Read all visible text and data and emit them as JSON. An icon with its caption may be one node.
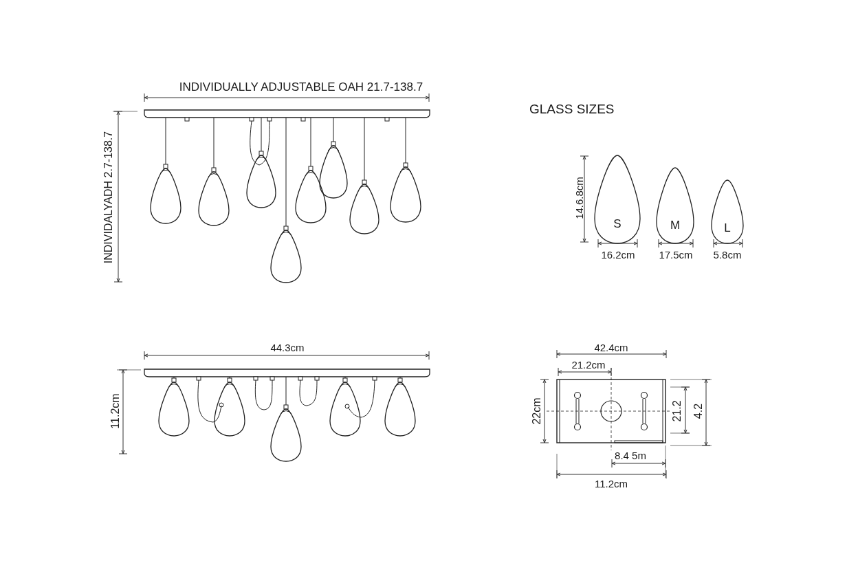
{
  "diagram": {
    "nodes": [
      {
        "text": [
          "S"
        ]
      },
      {
        "text": [
          "M"
        ]
      },
      {
        "text": [
          "L"
        ]
      }
    ],
    "labels": [
      "INDIVIDUALLY ADJUSTABLE OAH 21.7-138.7",
      "GLASS SIZES",
      "INDIVIDALYADH 2.7-138.7",
      "14.6.8cm",
      "16.2cm",
      "17.5cm",
      "5.8cm",
      "44.3cm",
      "42.4cm",
      "21.2cm",
      "11.2cm",
      "22cm",
      "21.2",
      "4.2",
      "8.4 5m",
      "11.2cm"
    ]
  }
}
